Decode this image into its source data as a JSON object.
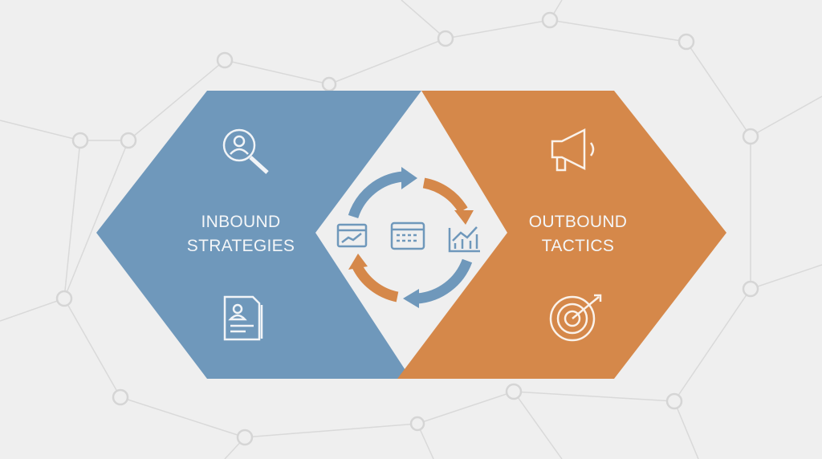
{
  "left_panel": {
    "title_line1": "INBOUND",
    "title_line2": "STRATEGIES",
    "icons": [
      "search-user-icon",
      "resume-document-icon"
    ],
    "color": "#6f98bb"
  },
  "right_panel": {
    "title_line1": "OUTBOUND",
    "title_line2": "TACTICS",
    "icons": [
      "megaphone-icon",
      "target-icon"
    ],
    "color": "#d5884a"
  },
  "center": {
    "icons": [
      "dashboard-chart-icon",
      "calendar-window-icon",
      "growth-chart-icon"
    ],
    "cycle_colors": [
      "#6f98bb",
      "#d5884a"
    ]
  },
  "background": "#efefef"
}
